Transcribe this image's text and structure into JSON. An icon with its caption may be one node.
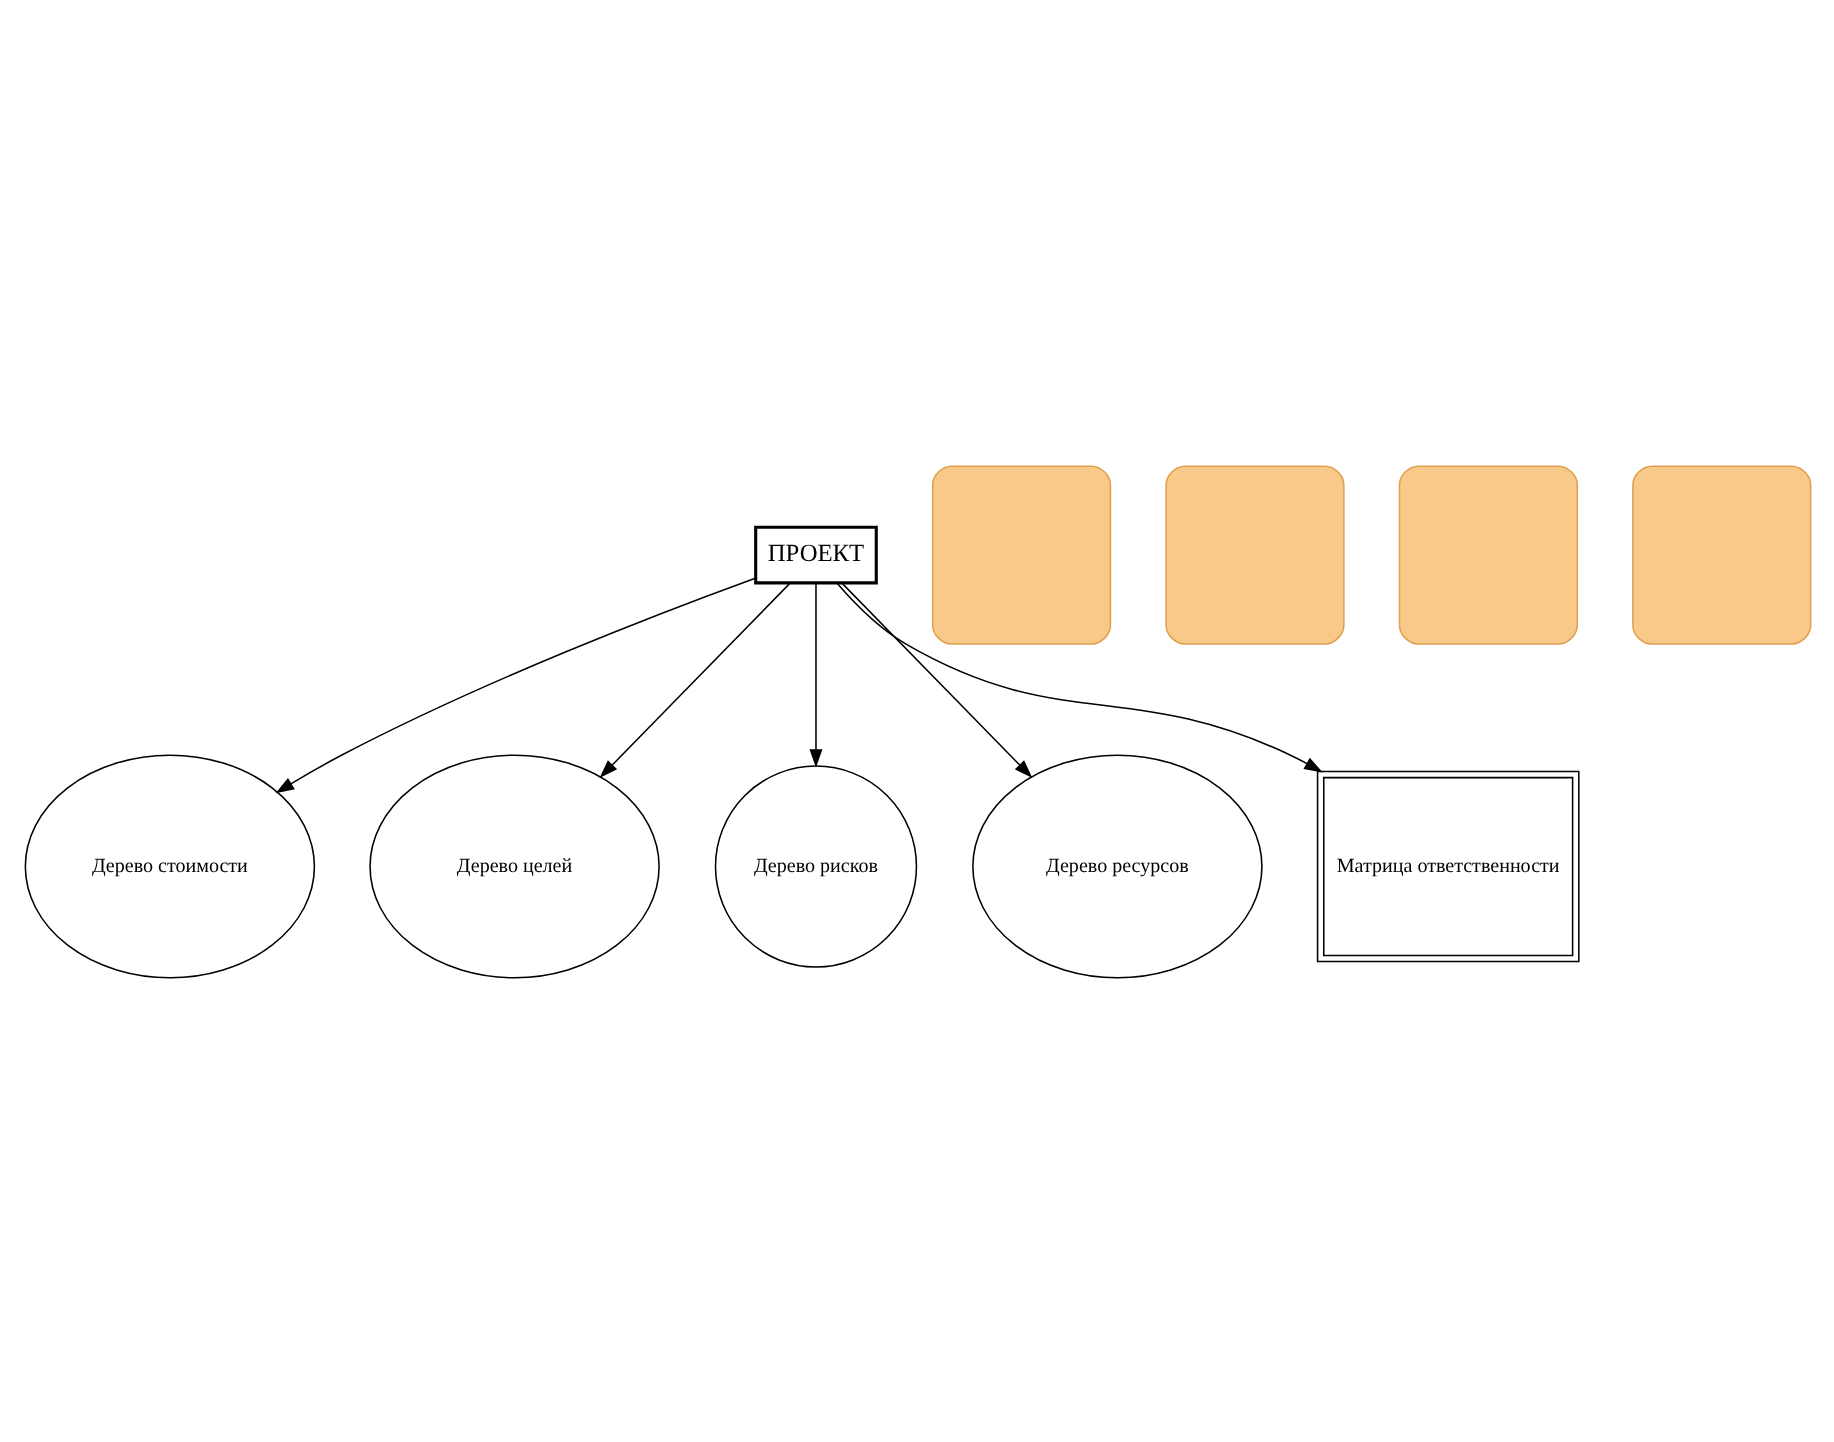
{
  "diagram": {
    "nodes": [
      {
        "text": [
          "ПРОЕКТ"
        ]
      },
      {
        "text": [
          "Дерево стоимости"
        ]
      },
      {
        "text": [
          "Дерево целей"
        ]
      },
      {
        "text": [
          "Дерево рисков"
        ]
      },
      {
        "text": [
          "Дерево ресурсов"
        ]
      },
      {
        "text": [
          "Матрица ответственности"
        ]
      },
      {
        "text": [],
        "shape": "callout"
      },
      {
        "text": [],
        "shape": "callout"
      },
      {
        "text": [],
        "shape": "callout"
      },
      {
        "text": [],
        "shape": "callout"
      }
    ],
    "edges": [
      {
        "from": 0,
        "to": 1,
        "arrow": "to"
      },
      {
        "from": 0,
        "to": 2,
        "arrow": "to"
      },
      {
        "from": 0,
        "to": 3,
        "arrow": "to"
      },
      {
        "from": 0,
        "to": 4,
        "arrow": "to"
      },
      {
        "from": 0,
        "to": 5,
        "arrow": "to"
      }
    ]
  }
}
